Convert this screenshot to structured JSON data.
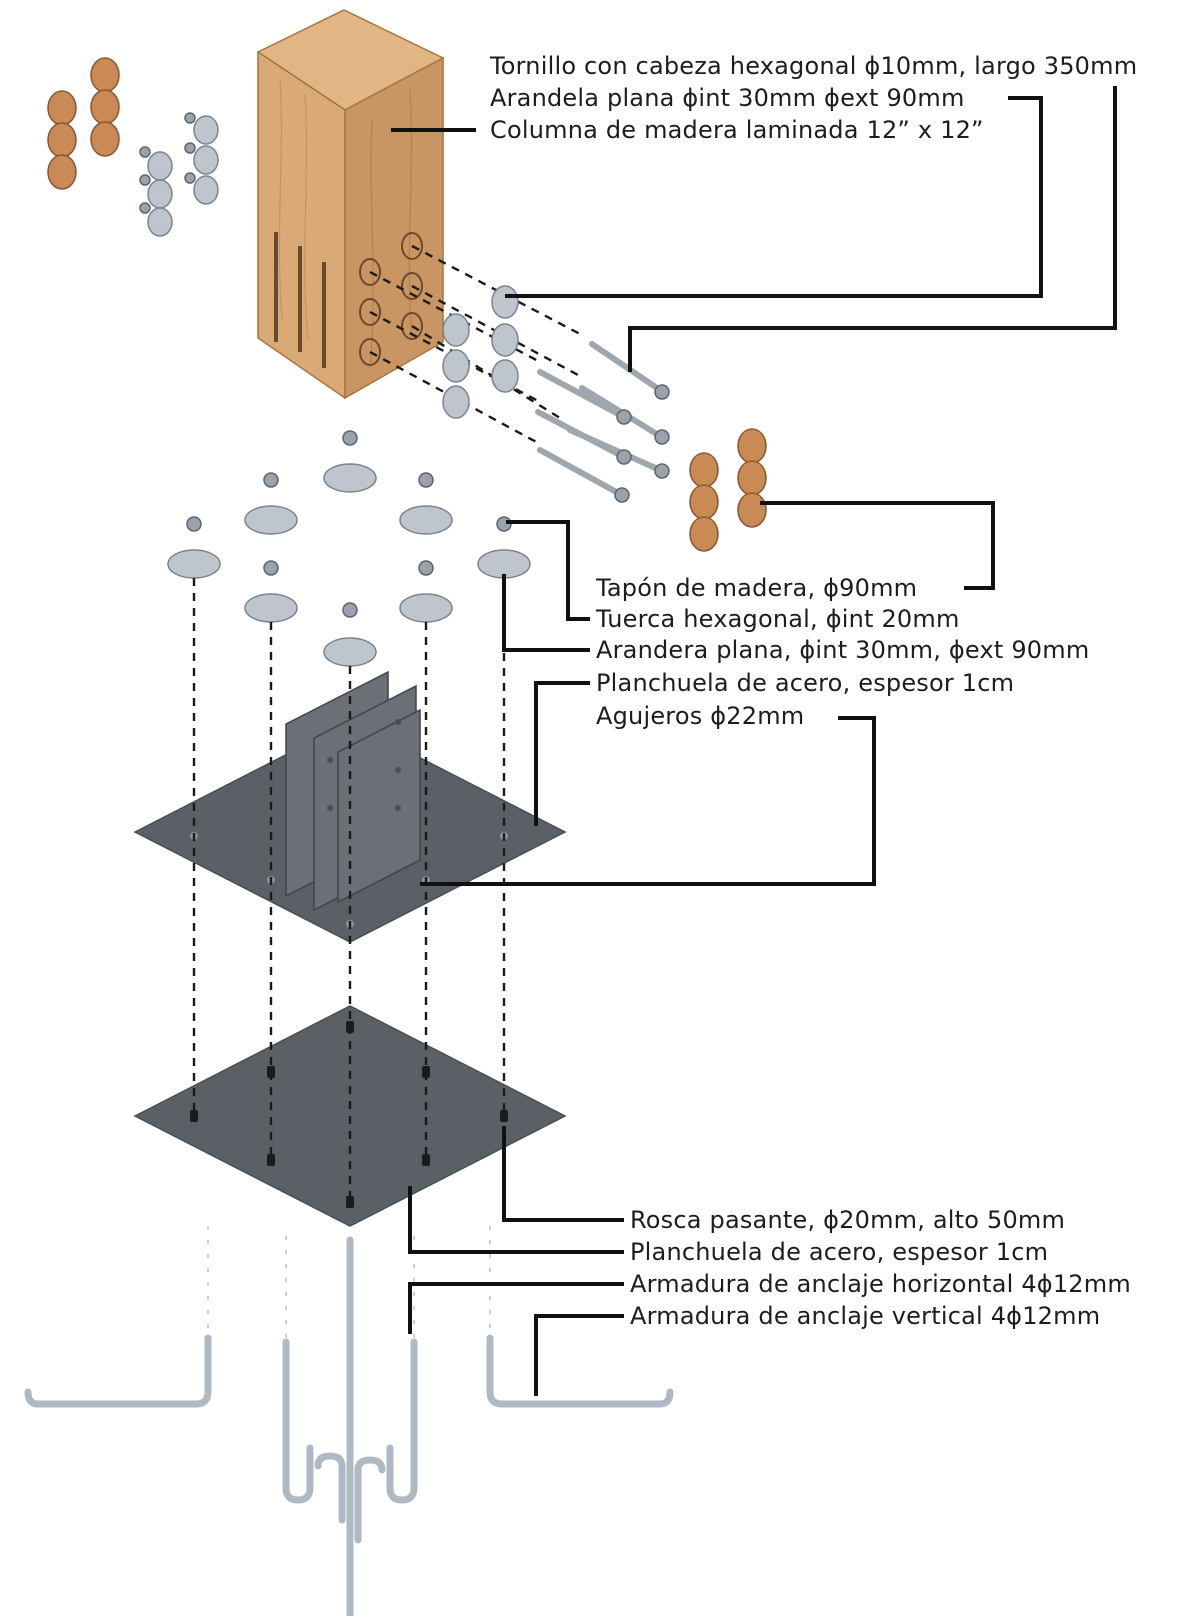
{
  "labels": {
    "tornillo": "Tornillo con cabeza hexagonal ϕ10mm, largo 350mm",
    "arandela_plana": "Arandela plana ϕint 30mm ϕext 90mm",
    "columna": "Columna de madera laminada 12” x 12”",
    "tapon": "Tapón de madera, ϕ90mm",
    "tuerca": "Tuerca hexagonal, ϕint 20mm",
    "arandera_plana": "Arandera plana, ϕint 30mm, ϕext 90mm",
    "planchuela_superior": "Planchuela de acero, espesor 1cm",
    "agujeros": "Agujeros ϕ22mm",
    "rosca": "Rosca pasante, ϕ20mm, alto 50mm",
    "planchuela_inferior": "Planchuela de acero, espesor 1cm",
    "armadura_horizontal": "Armadura de anclaje horizontal 4ϕ12mm",
    "armadura_vertical": "Armadura de anclaje vertical 4ϕ12mm"
  },
  "colors": {
    "wood": "#d9a976",
    "wood_dark": "#b27a48",
    "steel_plate": "#5b6066",
    "washer": "#bfc5cc",
    "rebar": "#aeb9c4",
    "leader": "#111111"
  }
}
